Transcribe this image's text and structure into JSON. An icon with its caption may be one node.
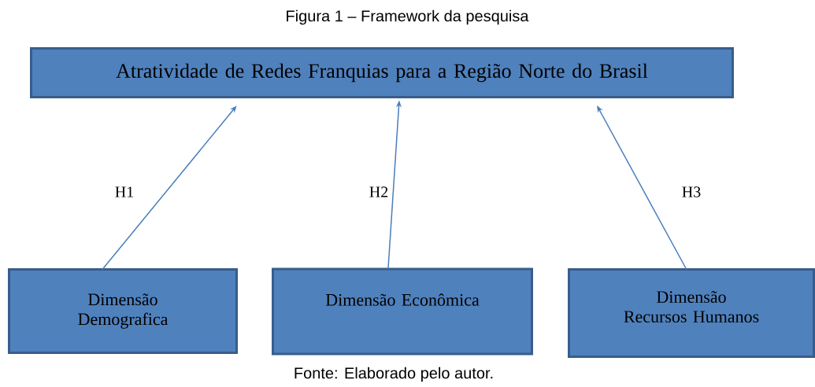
{
  "diagram": {
    "title": "Figura 1 – Framework da pesquisa",
    "caption": "Fonte: Elaborado pelo autor.",
    "nodes": [
      {
        "text": [
          "Atratividade de Redes Franquias para a Região Norte do Brasil"
        ]
      },
      {
        "text": [
          "Dimensão Demografica"
        ]
      },
      {
        "text": [
          "Dimensão Econômica"
        ]
      },
      {
        "text": [
          "Dimensão Recursos Humanos"
        ]
      }
    ],
    "edges": [
      {
        "from": 1,
        "to": 0,
        "arrow": "to",
        "label": "H1"
      },
      {
        "from": 2,
        "to": 0,
        "arrow": "to",
        "label": "H2"
      },
      {
        "from": 3,
        "to": 0,
        "arrow": "to",
        "label": "H3"
      }
    ]
  }
}
